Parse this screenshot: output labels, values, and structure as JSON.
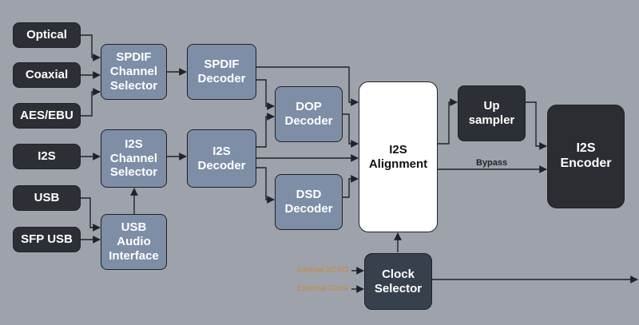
{
  "nodes": {
    "optical": "Optical",
    "coaxial": "Coaxial",
    "aes_ebu": "AES/EBU",
    "i2s_in": "I2S",
    "usb": "USB",
    "sfp_usb": "SFP USB",
    "spdif_selector": "SPDIF\nChannel\nSelector",
    "i2s_selector": "I2S\nChannel\nSelector",
    "usb_interface": "USB\nAudio\nInterface",
    "spdif_decoder": "SPDIF\nDecoder",
    "i2s_decoder": "I2S\nDecoder",
    "dop_decoder": "DOP\nDecoder",
    "dsd_decoder": "DSD\nDecoder",
    "i2s_alignment": "I2S\nAlignment",
    "upsampler": "Up\nsampler",
    "i2s_encoder": "I2S\nEncoder",
    "clock_selector": "Clock\nSelector"
  },
  "labels": {
    "bypass": "Bypass",
    "internal_clock": "Internal XCXO",
    "external_clock": "External Clock"
  },
  "colors": {
    "background": "#9ea2ab",
    "input_block": "#2c2f35",
    "process_block": "#7d8ea6",
    "alignment_block": "#ffffff",
    "clock_block": "#37404d",
    "encoder_block": "#2b2d32",
    "connector": "#1f2329",
    "faint_label": "#c58a3a"
  }
}
